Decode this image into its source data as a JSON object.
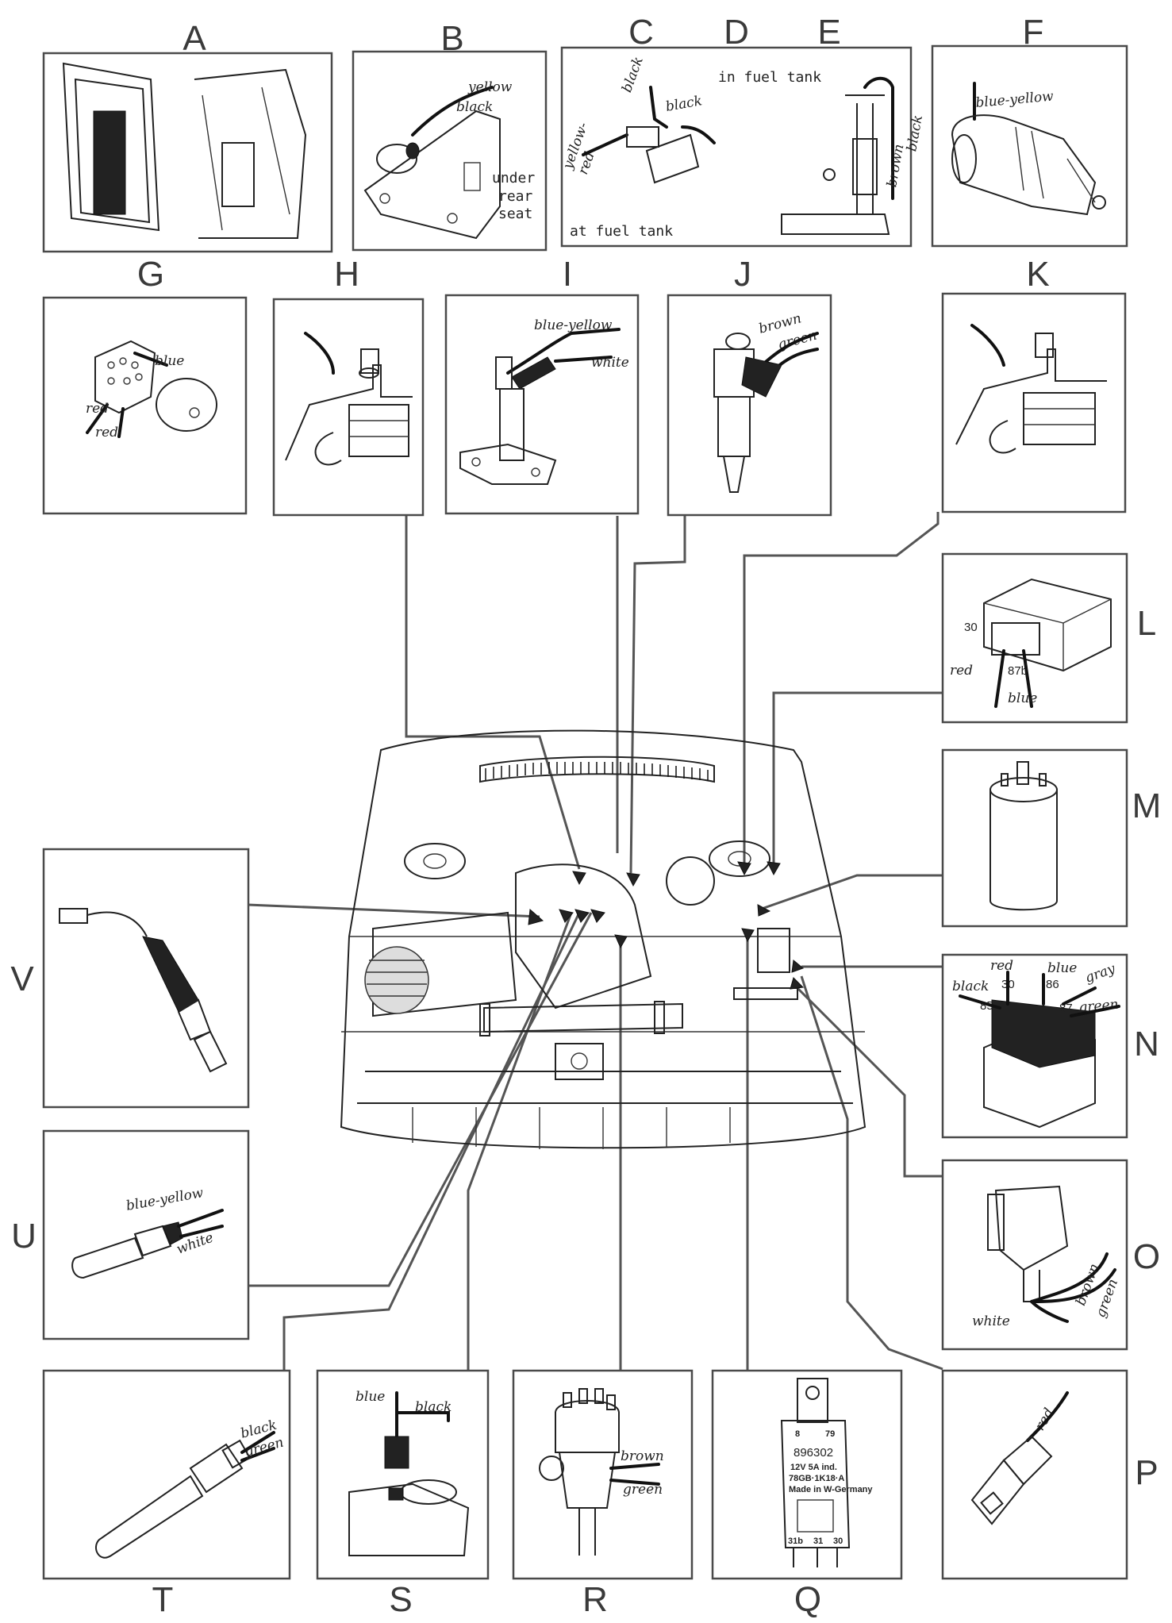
{
  "labels": {
    "A": "A",
    "B": "B",
    "C": "C",
    "D": "D",
    "E": "E",
    "F": "F",
    "G": "G",
    "H": "H",
    "I": "I",
    "J": "J",
    "K": "K",
    "L": "L",
    "M": "M",
    "N": "N",
    "O": "O",
    "P": "P",
    "Q": "Q",
    "R": "R",
    "S": "S",
    "T": "T",
    "U": "U",
    "V": "V"
  },
  "annotations": {
    "B": {
      "wire1": "yellow",
      "wire2": "black",
      "note1": "under",
      "note2": "rear",
      "note3": "seat"
    },
    "CDE": {
      "black1": "black",
      "black2": "black",
      "yellow_red1": "yellow-",
      "yellow_red2": "red",
      "in_tank": "in fuel tank",
      "at_tank": "at fuel tank",
      "brown": "brown",
      "black3": "black"
    },
    "F": {
      "wire": "blue-yellow"
    },
    "G": {
      "blue": "blue",
      "red1": "red",
      "red2": "red"
    },
    "I": {
      "blue_yellow": "blue-yellow",
      "white": "white"
    },
    "J": {
      "brown": "brown",
      "green": "green"
    },
    "L": {
      "t30": "30",
      "t87b": "87b",
      "red": "red",
      "blue": "blue"
    },
    "N": {
      "red": "red",
      "blue": "blue",
      "gray": "gray",
      "black": "black",
      "green": "green",
      "t30": "30",
      "t86": "86",
      "t85": "85",
      "t87": "87"
    },
    "O": {
      "white": "white",
      "brown": "brown",
      "green": "green"
    },
    "P": {
      "red": "red"
    },
    "Q": {
      "t8": "8",
      "t79": "79",
      "part": "896302",
      "rating": "12V 5A ind.",
      "code": "78GB·1K18·A",
      "made": "Made in W-Germany",
      "t31b": "31b",
      "t31": "31",
      "t30": "30"
    },
    "R": {
      "brown": "brown",
      "green": "green"
    },
    "S": {
      "blue": "blue",
      "black": "black"
    },
    "T": {
      "black": "black",
      "green": "green"
    },
    "U": {
      "blue_yellow": "blue-yellow",
      "white": "white"
    }
  }
}
